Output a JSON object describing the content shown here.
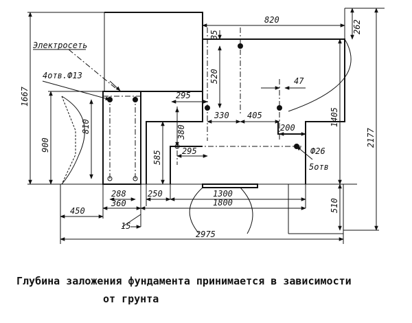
{
  "labels": {
    "electro_cable": "Электросеть",
    "holes_top": "4отв.Ф13",
    "holes_right_dia": "Ф26",
    "holes_right_count": "5отв"
  },
  "dims": {
    "d820": "820",
    "d262": "262",
    "d35": "35",
    "d520": "520",
    "d1667": "1667",
    "d47": "47",
    "d295_top": "295",
    "d330": "330",
    "d405": "405",
    "d1405": "1405",
    "d2177": "2177",
    "d900": "900",
    "d810": "810",
    "d380": "380",
    "d200": "200",
    "d585": "585",
    "d295_low": "295",
    "d288": "288",
    "d360": "360",
    "d450": "450",
    "d250": "250",
    "d1300": "1300",
    "d1800": "1800",
    "d510": "510",
    "d15": "15",
    "d2975": "2975"
  },
  "caption": {
    "line1": "Глубина заложения фундамента принимается в зависимости",
    "line2": "от грунта"
  }
}
